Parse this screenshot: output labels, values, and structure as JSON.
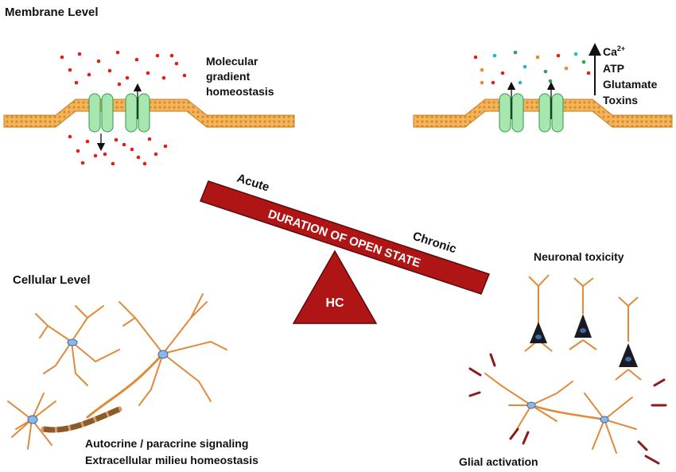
{
  "membrane": {
    "title": "Membrane Level",
    "left_label": [
      "Molecular",
      "gradient",
      "homeostasis"
    ],
    "right_label": {
      "ion": "Ca",
      "charge": "2+",
      "items": [
        "ATP",
        "Glutamate",
        "Toxins"
      ]
    }
  },
  "seesaw": {
    "left_end": "Acute",
    "right_end": "Chronic",
    "beam_text": "DURATION OF OPEN STATE",
    "fulcrum_text": "HC"
  },
  "cellular": {
    "title": "Cellular Level",
    "caption_line1": "Autocrine / paracrine signaling",
    "caption_line2": "Extracellular milieu homeostasis"
  },
  "toxicity": {
    "title": "Neuronal toxicity",
    "glial_label": "Glial activation"
  },
  "colors": {
    "membrane": "#f0a040",
    "membrane_dark": "#c87a20",
    "channel": "#a8e6b0",
    "channel_dark": "#2e9a4a",
    "dot_red": "#e0201a",
    "beam": "#b01515",
    "neuron_orange": "#e08a3a",
    "neuron_dark": "#1a1a22",
    "glial_mark": "#8b1a1a"
  }
}
